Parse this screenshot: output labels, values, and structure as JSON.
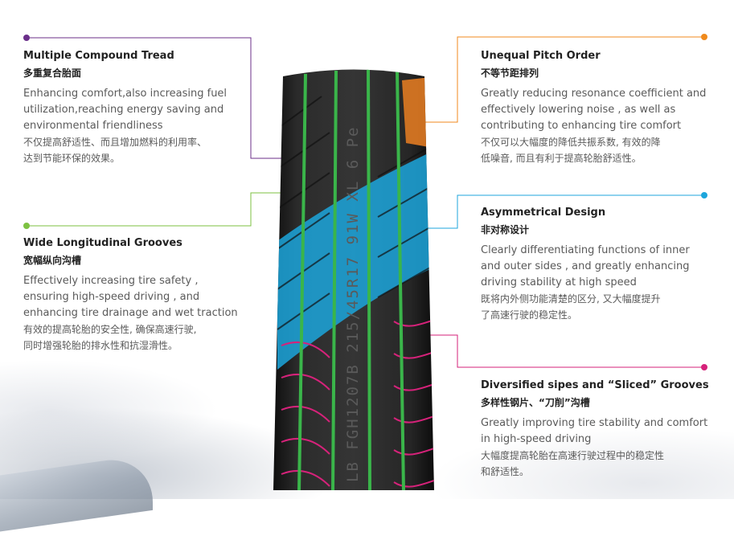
{
  "features": {
    "compound": {
      "title_en": "Multiple Compound Tread",
      "title_zh": "多重复合胎面",
      "desc_en": [
        "Enhancing comfort,also increasing fuel",
        "utilization,reaching energy saving and",
        "environmental friendliness"
      ],
      "desc_zh": [
        "不仅提高舒适性、而且增加燃料的利用率、",
        "达到节能环保的效果。"
      ],
      "color": "#6b2f8a"
    },
    "grooves": {
      "title_en": "Wide Longitudinal Grooves",
      "title_zh": "宽幅纵向沟槽",
      "desc_en": [
        "Effectively increasing tire safety ,",
        "ensuring high-speed driving , and",
        "enhancing tire drainage and wet traction"
      ],
      "desc_zh": [
        "有效的提高轮胎的安全性, 确保高速行驶,",
        "同时增强轮胎的排水性和抗湿滑性。"
      ],
      "color": "#7dc242"
    },
    "pitch": {
      "title_en": "Unequal Pitch Order",
      "title_zh": "不等节距排列",
      "desc_en": [
        "Greatly reducing resonance coefficient and",
        "effectively lowering noise , as well as",
        "contributing to enhancing tire comfort"
      ],
      "desc_zh": [
        "不仅可以大幅度的降低共振系数, 有效的降",
        "低噪音, 而且有利于提高轮胎舒适性。"
      ],
      "color": "#f08a1c"
    },
    "asym": {
      "title_en": "Asymmetrical Design",
      "title_zh": "非对称设计",
      "desc_en": [
        "Clearly differentiating functions of inner",
        "and outer sides , and greatly enhancing",
        "driving stability at high speed"
      ],
      "desc_zh": [
        "既将内外侧功能清楚的区分, 又大幅度提升",
        "了高速行驶的稳定性。"
      ],
      "color": "#1ca6dc"
    },
    "sipes": {
      "title_en": "Diversified sipes and “Sliced” Grooves",
      "title_zh": "多样性钢片、“刀削”沟槽",
      "desc_en": [
        "Greatly improving tire stability and comfort",
        "in high-speed driving"
      ],
      "desc_zh": [
        "大幅度提高轮胎在高速行驶过程中的稳定性",
        "和舒适性。"
      ],
      "color": "#d6227a"
    }
  },
  "sidewall_text": "LB FGH1207B 215/45R17 91W XL 6 Pe"
}
